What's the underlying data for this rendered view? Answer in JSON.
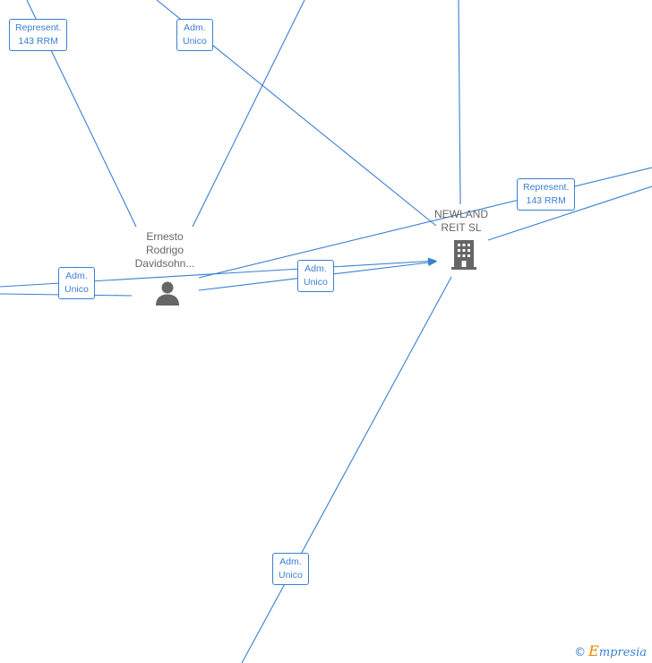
{
  "nodes": {
    "person": {
      "label_lines": [
        "Ernesto",
        "Rodrigo",
        "Davidsohn..."
      ],
      "icon": "person-icon"
    },
    "company": {
      "label_lines": [
        "NEWLAND",
        "REIT  SL"
      ],
      "icon": "building-icon"
    }
  },
  "edge_labels": [
    {
      "lines": [
        "Represent.",
        "143 RRM"
      ]
    },
    {
      "lines": [
        "Adm.",
        "Unico"
      ]
    },
    {
      "lines": [
        "Represent.",
        "143 RRM"
      ]
    },
    {
      "lines": [
        "Adm.",
        "Unico"
      ]
    },
    {
      "lines": [
        "Adm.",
        "Unico"
      ]
    },
    {
      "lines": [
        "Adm.",
        "Unico"
      ]
    }
  ],
  "watermark": {
    "copyright": "©",
    "brand_first": "E",
    "brand_rest": "mpresia"
  },
  "colors": {
    "edge": "#3a7fd1",
    "node_text": "#666666",
    "icon": "#666666",
    "background": "#ffffff"
  }
}
